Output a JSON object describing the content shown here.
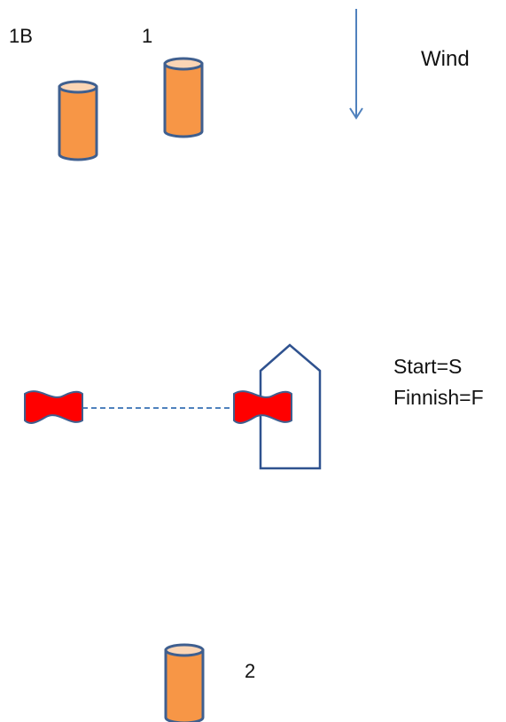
{
  "marks": {
    "mark_1b": {
      "label": "1B"
    },
    "mark_1": {
      "label": "1"
    },
    "mark_2": {
      "label": "2"
    }
  },
  "wind": {
    "label": "Wind"
  },
  "legend": {
    "start": "Start=S",
    "finish": "Finnish=F"
  },
  "colors": {
    "buoy_fill": "#f79646",
    "buoy_top": "#fbd5b5",
    "buoy_outline": "#3f5f8f",
    "flag": "#ff0000",
    "line": "#4f81bd",
    "committee_boat_outline": "#2f528f",
    "text": "#111111"
  },
  "icons": {
    "buoy": "cylinder-buoy-icon",
    "flag": "wavy-flag-icon",
    "committee_boat": "boat-hull-icon",
    "wind": "down-arrow-icon"
  }
}
